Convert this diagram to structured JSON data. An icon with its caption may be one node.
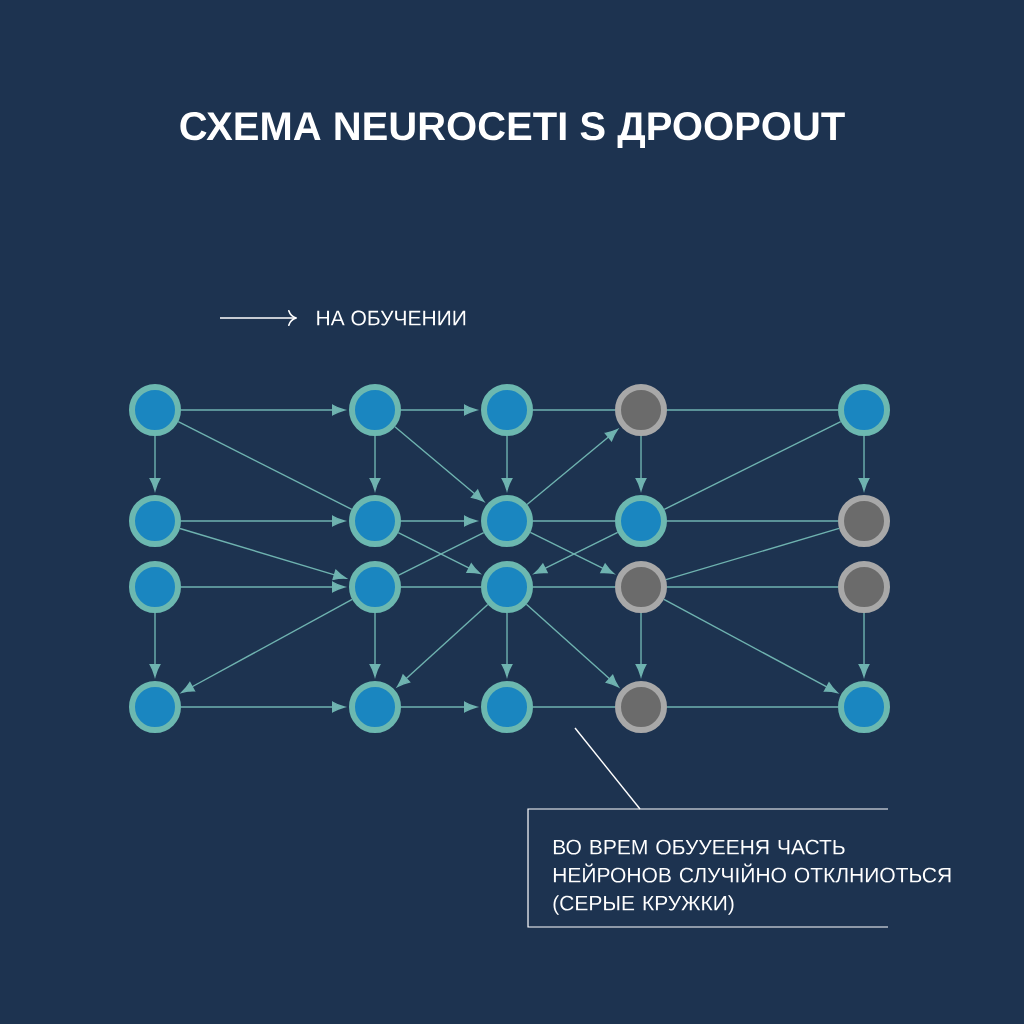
{
  "diagram": {
    "title": "СХЕМА NEUROCETI S ДРООPOUT",
    "nodes": [
      {
        "text": [],
        "shape": "circle"
      },
      {
        "text": [],
        "shape": "circle"
      },
      {
        "text": [],
        "shape": "circle"
      },
      {
        "text": [],
        "shape": "circle"
      },
      {
        "text": [],
        "shape": "circle"
      },
      {
        "text": [],
        "shape": "circle"
      },
      {
        "text": [],
        "shape": "circle"
      },
      {
        "text": [],
        "shape": "circle"
      },
      {
        "text": [],
        "shape": "circle"
      },
      {
        "text": [],
        "shape": "circle"
      },
      {
        "text": [],
        "shape": "circle"
      },
      {
        "text": [],
        "shape": "circle"
      },
      {
        "text": [],
        "shape": "circle"
      },
      {
        "text": [],
        "shape": "circle"
      },
      {
        "text": [],
        "shape": "circle"
      },
      {
        "text": [],
        "shape": "circle"
      },
      {
        "text": [],
        "shape": "circle"
      },
      {
        "text": [],
        "shape": "circle"
      },
      {
        "text": [],
        "shape": "circle"
      },
      {
        "text": [],
        "shape": "circle"
      },
      {
        "text": [
          "ВО ВРЕМ ОБУУЕЕНЯ ЧАСТЬ НЕЙРОНОВ СЛУЧІЙНО ОТКЛНИОТЬСЯ (СЕРЫЕ КРУЖКИ)"
        ]
      }
    ],
    "edges": [
      {
        "from": 0,
        "to": 1,
        "arrow": "to"
      },
      {
        "from": 0,
        "to": 5,
        "arrow": "to"
      },
      {
        "from": 0,
        "to": 6,
        "arrow": "none"
      },
      {
        "from": 1,
        "to": 2,
        "arrow": "to"
      },
      {
        "from": 1,
        "to": 6,
        "arrow": "to"
      },
      {
        "from": 1,
        "to": 7,
        "arrow": "to"
      },
      {
        "from": 2,
        "to": 3,
        "arrow": "none"
      },
      {
        "from": 2,
        "to": 7,
        "arrow": "to"
      },
      {
        "from": 3,
        "to": 4,
        "arrow": "none"
      },
      {
        "from": 3,
        "to": 8,
        "arrow": "to"
      },
      {
        "from": 4,
        "to": 8,
        "arrow": "none"
      },
      {
        "from": 4,
        "to": 9,
        "arrow": "to"
      },
      {
        "from": 5,
        "to": 6,
        "arrow": "to"
      },
      {
        "from": 5,
        "to": 11,
        "arrow": "to"
      },
      {
        "from": 6,
        "to": 7,
        "arrow": "to"
      },
      {
        "from": 6,
        "to": 12,
        "arrow": "to"
      },
      {
        "from": 7,
        "to": 3,
        "arrow": "to"
      },
      {
        "from": 7,
        "to": 8,
        "arrow": "none"
      },
      {
        "from": 7,
        "to": 13,
        "arrow": "to"
      },
      {
        "from": 8,
        "to": 12,
        "arrow": "to"
      },
      {
        "from": 8,
        "to": 9,
        "arrow": "none"
      },
      {
        "from": 9,
        "to": 13,
        "arrow": "none"
      },
      {
        "from": 10,
        "to": 11,
        "arrow": "to"
      },
      {
        "from": 10,
        "to": 15,
        "arrow": "to"
      },
      {
        "from": 11,
        "to": 7,
        "arrow": "none"
      },
      {
        "from": 11,
        "to": 12,
        "arrow": "none"
      },
      {
        "from": 11,
        "to": 15,
        "arrow": "to"
      },
      {
        "from": 11,
        "to": 16,
        "arrow": "to"
      },
      {
        "from": 12,
        "to": 16,
        "arrow": "to"
      },
      {
        "from": 12,
        "to": 17,
        "arrow": "to"
      },
      {
        "from": 12,
        "to": 18,
        "arrow": "to"
      },
      {
        "from": 12,
        "to": 13,
        "arrow": "none"
      },
      {
        "from": 13,
        "to": 14,
        "arrow": "none"
      },
      {
        "from": 13,
        "to": 18,
        "arrow": "to"
      },
      {
        "from": 13,
        "to": 19,
        "arrow": "to"
      },
      {
        "from": 14,
        "to": 19,
        "arrow": "to"
      },
      {
        "from": 15,
        "to": 16,
        "arrow": "to"
      },
      {
        "from": 16,
        "to": 17,
        "arrow": "to"
      },
      {
        "from": 17,
        "to": 18,
        "arrow": "none"
      },
      {
        "from": 18,
        "to": 19,
        "arrow": "none"
      },
      {
        "from": 20,
        "to": null,
        "arrow": "none",
        "color": "#ffffff"
      }
    ],
    "legend": [
      {
        "text": "НА ОБУЧЕНИИ"
      }
    ]
  }
}
